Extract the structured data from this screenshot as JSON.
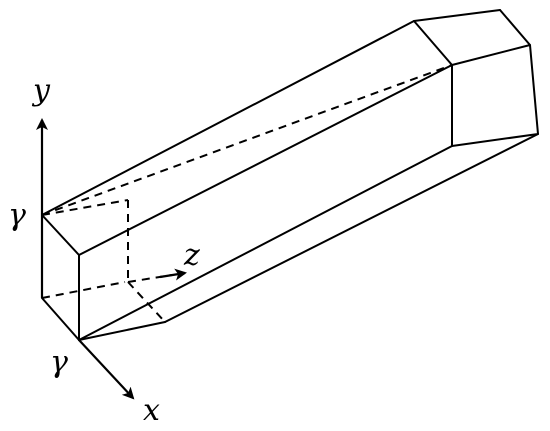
{
  "labels": {
    "y_axis": "y",
    "z_axis": "z",
    "x_axis": "x",
    "gamma_top": "γ",
    "gamma_bottom": "γ"
  }
}
